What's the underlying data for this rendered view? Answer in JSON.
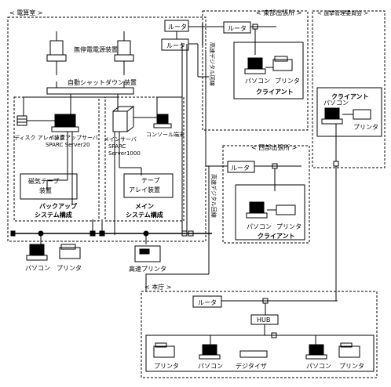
{
  "areas": {
    "computer_room": "< 電算室 >",
    "higashi_branch": "< 東部出張所 >",
    "election_committee": "< 選挙管理委員会 >",
    "nishi_branch": "< 西部出張所 >",
    "office_main": "< 本庁 >"
  },
  "equipment": {
    "ups": "無停電電源装置",
    "auto_shutdown": "自動シャットダウン装置",
    "disk_array_backup": "ディスク アレイ装置",
    "backup_server_line1": "バックアップサーバ",
    "backup_server_line2": "SPARC Server20",
    "main_server_line1": "メインサーバ",
    "main_server_line2": "SPARC",
    "main_server_line3": "Server1000",
    "console": "コンソール端末",
    "mt_line1": "磁気テープ",
    "mt_line2": "装置",
    "tape_array_line1": "テープ",
    "tape_array_line2": "アレイ装置",
    "backup_system_line1": "バックアップ",
    "backup_system_line2": "システム構成",
    "main_system_line1": "メイン",
    "main_system_line2": "システム構成"
  },
  "network": {
    "router": "ルータ",
    "digital_line": "高速デジタル回線",
    "hub": "HUB"
  },
  "devices": {
    "pc": "パソコン",
    "printer": "プリンタ",
    "client": "クライアント",
    "high_speed_printer": "高速プリンタ",
    "digitizer": "デジタイザ"
  }
}
